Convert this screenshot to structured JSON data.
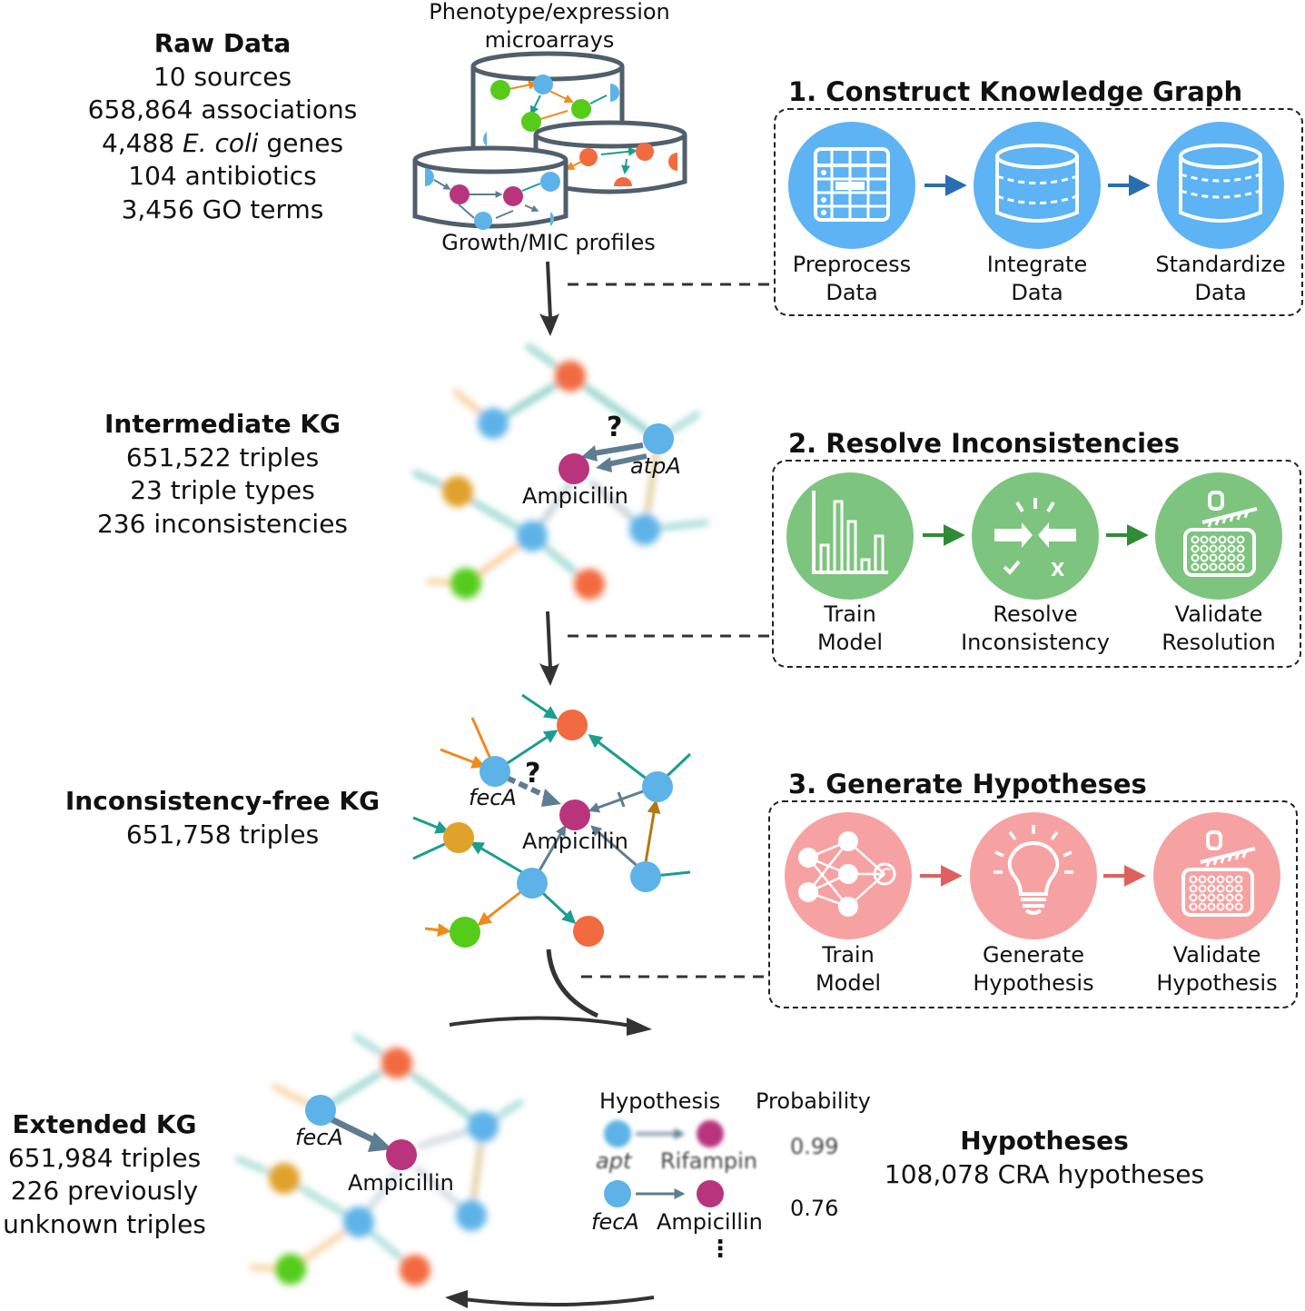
{
  "raw_data": {
    "heading": "Raw Data",
    "lines": [
      "10 sources",
      "658,864 associations",
      "4,488 ",
      "E. coli",
      " genes",
      "104 antibiotics",
      "3,456 GO terms"
    ]
  },
  "db_labels": {
    "top": "Phenotype/expression",
    "top2": "microarrays",
    "bottom": "Growth/MIC profiles"
  },
  "intermediate_kg": {
    "heading": "Intermediate KG",
    "lines": [
      "651,522 triples",
      "23 triple types",
      "236 inconsistencies"
    ]
  },
  "consistent_kg": {
    "heading": "Inconsistency-free KG",
    "lines": [
      "651,758 triples"
    ]
  },
  "extended_kg": {
    "heading": "Extended KG",
    "lines": [
      "651,984 triples",
      "226 previously",
      "unknown triples"
    ]
  },
  "graph_labels": {
    "question": "?",
    "atpA": "atpA",
    "fecA": "fecA",
    "ampicillin": "Ampicillin"
  },
  "step1": {
    "title": "1. Construct Knowledge Graph",
    "color": "#5db3f3",
    "arrow_color": "#2a6db0",
    "items": [
      {
        "l1": "Preprocess",
        "l2": "Data",
        "icon": "table-icon"
      },
      {
        "l1": "Integrate",
        "l2": "Data",
        "icon": "database-icon"
      },
      {
        "l1": "Standardize",
        "l2": "Data",
        "icon": "database-icon"
      }
    ]
  },
  "step2": {
    "title": "2. Resolve Inconsistencies",
    "color": "#7dc47e",
    "arrow_color": "#2e8b36",
    "items": [
      {
        "l1": "Train",
        "l2": "Model",
        "icon": "bar-chart-icon"
      },
      {
        "l1": "Resolve",
        "l2": "Inconsistency",
        "icon": "resolve-icon"
      },
      {
        "l1": "Validate",
        "l2": "Resolution",
        "icon": "well-plate-icon"
      }
    ]
  },
  "step3": {
    "title": "3. Generate Hypotheses",
    "color": "#f7a2a2",
    "arrow_color": "#e06060",
    "items": [
      {
        "l1": "Train",
        "l2": "Model",
        "icon": "neural-network-icon"
      },
      {
        "l1": "Generate",
        "l2": "Hypothesis",
        "icon": "lightbulb-icon"
      },
      {
        "l1": "Validate",
        "l2": "Hypothesis",
        "icon": "well-plate-icon"
      }
    ]
  },
  "hypothesis_table": {
    "col1": "Hypothesis",
    "col2": "Probability",
    "rows": [
      {
        "gene": "apt",
        "drug": "Rifampin",
        "prob": "0.99"
      },
      {
        "gene": "fecA",
        "drug": "Ampicillin",
        "prob": "0.76"
      }
    ],
    "ellipsis": "⋮"
  },
  "hypotheses": {
    "heading": "Hypotheses",
    "line": "108,078 CRA hypotheses"
  },
  "colors": {
    "blue_node": "#5db3e8",
    "magenta_node": "#b8357e",
    "orange_node": "#f26a3f",
    "green_node": "#55cc1a",
    "gold_node": "#e0a22a",
    "teal_edge": "#1a9e8f",
    "orange_edge": "#f08a1c",
    "gray_edge": "#5f7d91"
  }
}
